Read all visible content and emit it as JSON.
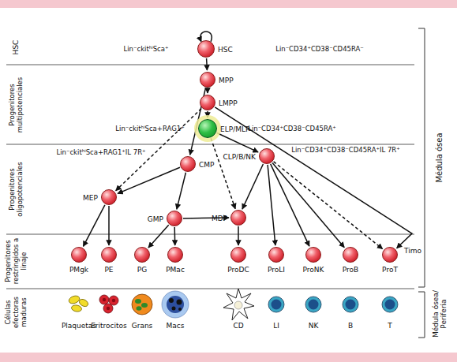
{
  "diagram": {
    "nodes": [
      {
        "text": [
          "HSC"
        ]
      },
      {
        "text": [
          "MPP"
        ]
      },
      {
        "text": [
          "LMPP"
        ]
      },
      {
        "text": [
          "ELP/MLP"
        ]
      },
      {
        "text": [
          "CMP"
        ]
      },
      {
        "text": [
          "CLP/B/NK"
        ]
      },
      {
        "text": [
          "MEP"
        ]
      },
      {
        "text": [
          "GMP"
        ]
      },
      {
        "text": [
          "MDP"
        ]
      },
      {
        "text": [
          "PMgk"
        ]
      },
      {
        "text": [
          "PE"
        ]
      },
      {
        "text": [
          "PG"
        ]
      },
      {
        "text": [
          "PMac"
        ]
      },
      {
        "text": [
          "ProDC"
        ]
      },
      {
        "text": [
          "ProLI"
        ]
      },
      {
        "text": [
          "ProNK"
        ]
      },
      {
        "text": [
          "ProB"
        ]
      },
      {
        "text": [
          "ProT"
        ]
      }
    ],
    "edges": [
      {
        "from": 0,
        "to": 0,
        "arrow": "to"
      },
      {
        "from": 0,
        "to": 1,
        "arrow": "to"
      },
      {
        "from": 1,
        "to": 2,
        "arrow": "to"
      },
      {
        "from": 2,
        "to": 3,
        "arrow": "to"
      },
      {
        "from": 1,
        "to": 4,
        "arrow": "to"
      },
      {
        "from": 2,
        "to": 6,
        "arrow": "to"
      },
      {
        "from": 3,
        "to": 8,
        "arrow": "to"
      },
      {
        "from": 3,
        "to": 5,
        "arrow": "to"
      },
      {
        "from": 2,
        "to": 17,
        "arrow": "to"
      },
      {
        "from": 4,
        "to": 6,
        "arrow": "to"
      },
      {
        "from": 4,
        "to": 7,
        "arrow": "to"
      },
      {
        "from": 7,
        "to": 8,
        "arrow": "to"
      },
      {
        "from": 5,
        "to": 8,
        "arrow": "to"
      },
      {
        "from": 5,
        "to": 14,
        "arrow": "to"
      },
      {
        "from": 5,
        "to": 15,
        "arrow": "to"
      },
      {
        "from": 5,
        "to": 16,
        "arrow": "to"
      },
      {
        "from": 5,
        "to": 17,
        "arrow": "to"
      },
      {
        "from": 6,
        "to": 9,
        "arrow": "to"
      },
      {
        "from": 6,
        "to": 10,
        "arrow": "to"
      },
      {
        "from": 7,
        "to": 11,
        "arrow": "to"
      },
      {
        "from": 7,
        "to": 12,
        "arrow": "to"
      },
      {
        "from": 8,
        "to": 13,
        "arrow": "to"
      }
    ],
    "labels": [
      "HSC",
      "Progenitores multipotenciales",
      "Progenitores oligopotenciales",
      "Progenitores restringidos a linaje",
      "Células efectoras maduras",
      "Lin⁻ckitʰⁱSca⁺",
      "Lin⁻CD34⁺CD38⁻CD45RA⁻",
      "Lin⁻ckitʰⁱSca+RAG1⁺",
      "Lin⁻CD34⁺CD38⁻CD45RA⁺",
      "Lin⁻ckitʰⁱSca+RAG1⁺IL 7R⁺",
      "Lin⁻CD34⁺CD38⁻CD45RA⁺IL 7R⁺",
      "Timo",
      "Médula ósea",
      "Médula ósea/ Periferia",
      "Plaquetas",
      "Eritrocitos",
      "Grans",
      "Macs",
      "CD",
      "LI",
      "NK",
      "B",
      "T"
    ]
  }
}
